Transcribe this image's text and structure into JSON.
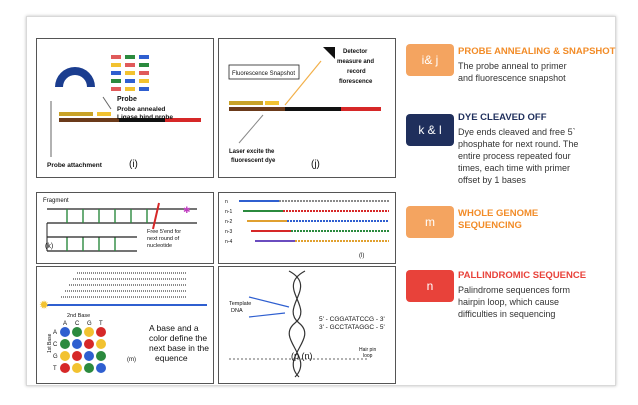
{
  "panels": {
    "i": {
      "labels": [
        "Probe",
        "Probe annealed",
        "Ligase bind probe",
        "Probe attachment"
      ],
      "tag": "(i)"
    },
    "j": {
      "labels": [
        "Fluorescence Snapshot",
        "Detector",
        "measure and",
        "record",
        "florescence",
        "Laser excite the",
        "fluorescent dye"
      ],
      "tag": "(j)"
    },
    "k": {
      "labels": [
        "Fragment",
        "Free 5'end for",
        "next round of",
        "nucleotide"
      ],
      "tag": "(k)"
    },
    "l": {
      "row_labels": [
        "n",
        "n-1",
        "n-2",
        "n-3",
        "n-4"
      ],
      "tag": "(l)"
    },
    "m": {
      "second_base": "2nd Base",
      "first_base": "1st Base",
      "bases": [
        "A",
        "C",
        "G",
        "T"
      ],
      "text_lines": [
        "A base and a",
        "color define the",
        "next base in the",
        "equence"
      ],
      "tag": "(m)"
    },
    "n": {
      "template_label": [
        "Template",
        "DNA"
      ],
      "seq1": "5' - CGGATATCCG - 3'",
      "seq2": "3' - GCCTATAGGC - 5'",
      "hairpin": [
        "Hair pin",
        "loop"
      ],
      "tag": "(p (n)"
    }
  },
  "items": [
    {
      "badge": "i& j",
      "title": "PROBE ANNEALING & SNAPSHOT",
      "desc": [
        "The probe anneal to primer",
        "and fluorescence snapshot"
      ],
      "color": "#f4a460"
    },
    {
      "badge": "k & l",
      "title": "DYE CLEAVED OFF",
      "desc": [
        "Dye ends cleaved and free 5`",
        "phosphate for next round. The",
        "entire process repeated four",
        "times, each time with primer",
        "offset by 1 bases"
      ],
      "color": "#1f2f5c"
    },
    {
      "badge": "m",
      "title": "WHOLE GENOME",
      "title2": "SEQUENCING",
      "desc": [],
      "color": "#f4a460"
    },
    {
      "badge": "n",
      "title": "PALLINDROMIC SEQUENCE",
      "desc": [
        "Palindrome sequences form",
        "hairpin loop, which cause",
        "difficulties in sequencing"
      ],
      "color": "#e8423a"
    }
  ],
  "colors": {
    "orange_title": "#f28c28",
    "navy_title": "#1f2f5c",
    "red_title": "#e8423a"
  }
}
